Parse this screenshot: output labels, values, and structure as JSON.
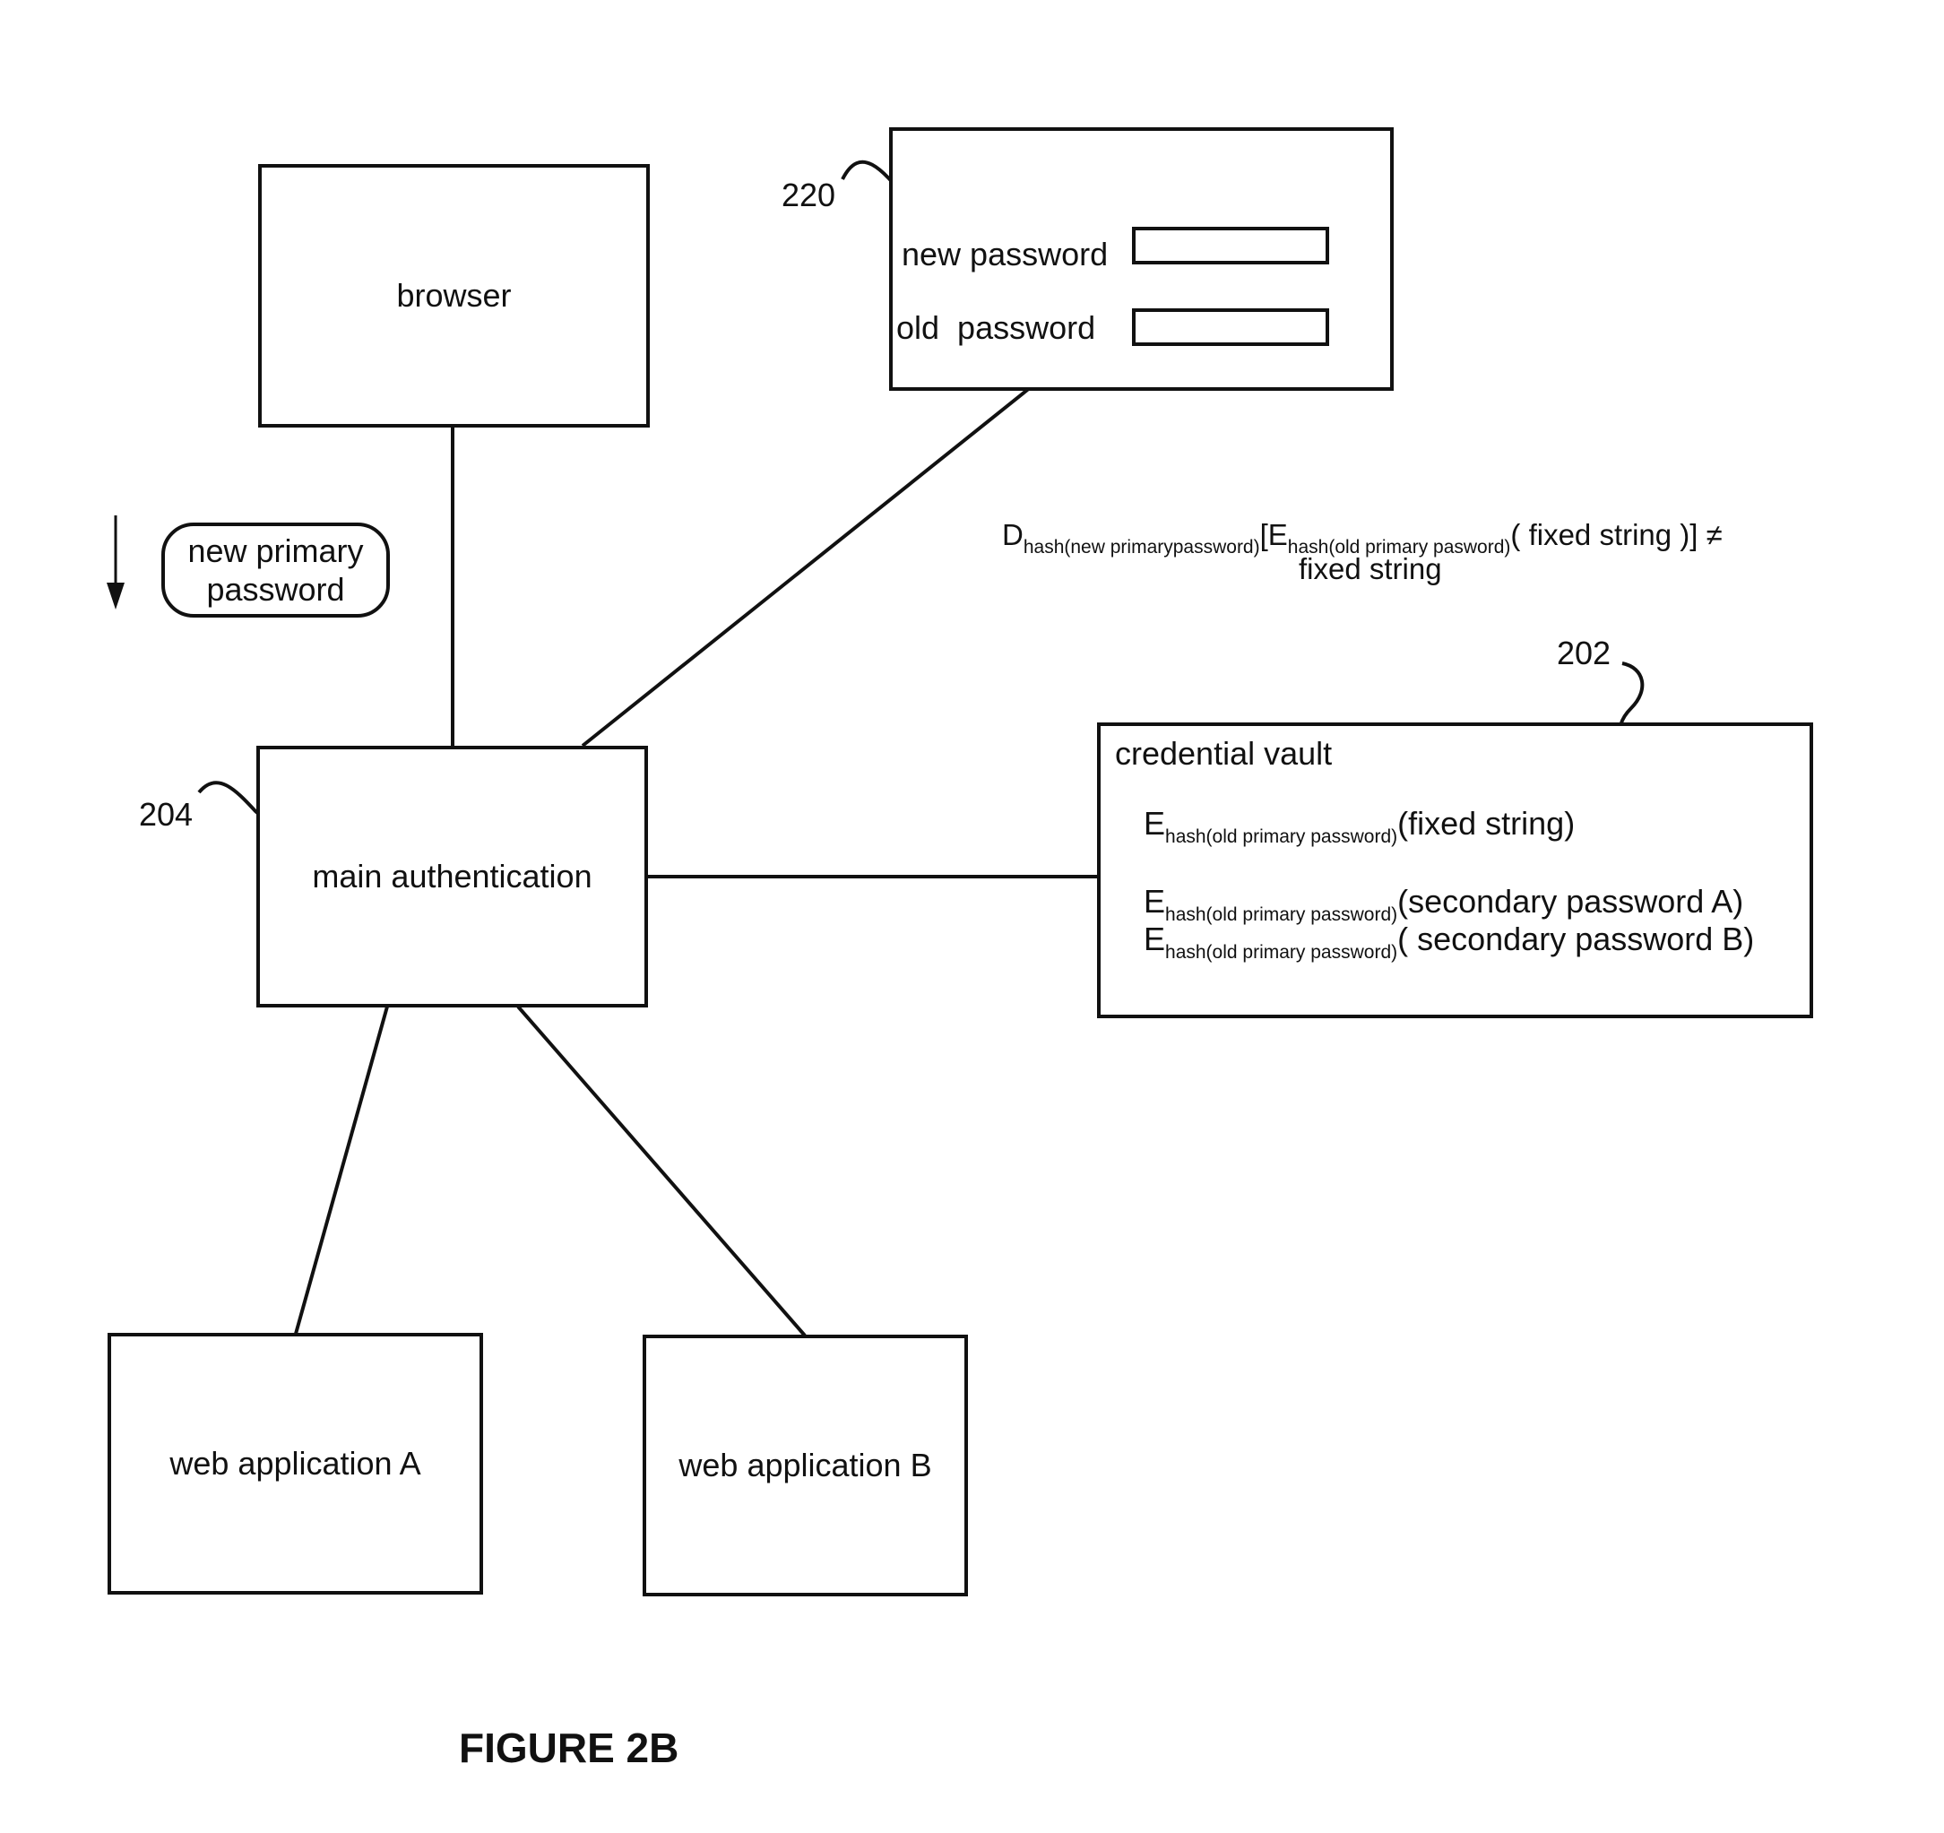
{
  "nodes": {
    "browser": "browser",
    "main_auth": "main authentication",
    "web_app_a": "web application A",
    "web_app_b": "web application B",
    "credential_vault": "credential vault"
  },
  "refs": {
    "r220": "220",
    "r204": "204",
    "r202": "202"
  },
  "password_form": {
    "new_label": "new password",
    "old_label": "old  password"
  },
  "pill": {
    "line1": "new primary",
    "line2": "password"
  },
  "formula": {
    "d": "D",
    "d_sub": "hash(new primarypassword)",
    "bracket": "[E",
    "e_sub": "hash(old primary pasword)",
    "tail": "( fixed string )] ≠",
    "line2": "fixed string"
  },
  "vault": {
    "e": "E",
    "sub": "hash(old primary password)",
    "line1_tail": "(fixed string)",
    "line2_tail": "(secondary password A)",
    "line3_tail": "( secondary password B)"
  },
  "caption": "FIGURE 2B"
}
